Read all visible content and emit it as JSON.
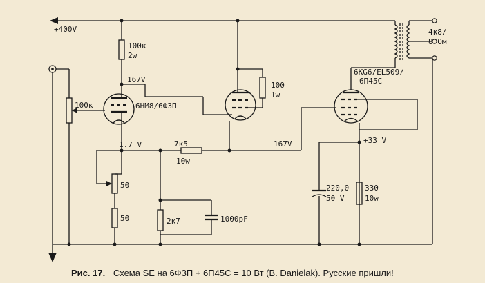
{
  "diagram": {
    "supply_label": "+400V",
    "labels": {
      "r_plate1": "100к",
      "r_plate1_power": "2w",
      "v_plate1": "167V",
      "r_grid_stopper": "100",
      "r_grid_stopper_power": "1w",
      "volume_pot": "100к",
      "tube1": "6НМ8/6Ф3П",
      "v_cathode1": "1.7 V",
      "r_feedback": "7к5",
      "r_feedback_power": "10w",
      "v_node": "167V",
      "tube2": "6KG6/EL509/",
      "tube2_alt": "6П45С",
      "v_cathode2": "+33 V",
      "speaker": "4к8/",
      "speaker_alt": "8 Ом",
      "pot_cathode": "50",
      "r_cathode1": "50",
      "r_shunt": "2к7",
      "c_shunt": "1000pF",
      "c_cathode2": "220,0",
      "c_cathode2_voltage": "50 V",
      "r_cathode2": "330",
      "r_cathode2_power": "10w"
    }
  },
  "caption": {
    "prefix": "Рис. 17.",
    "text": "Схема SE на 6Ф3П + 6П45С = 10 Вт (B. Danielak). Русские пришли!"
  }
}
